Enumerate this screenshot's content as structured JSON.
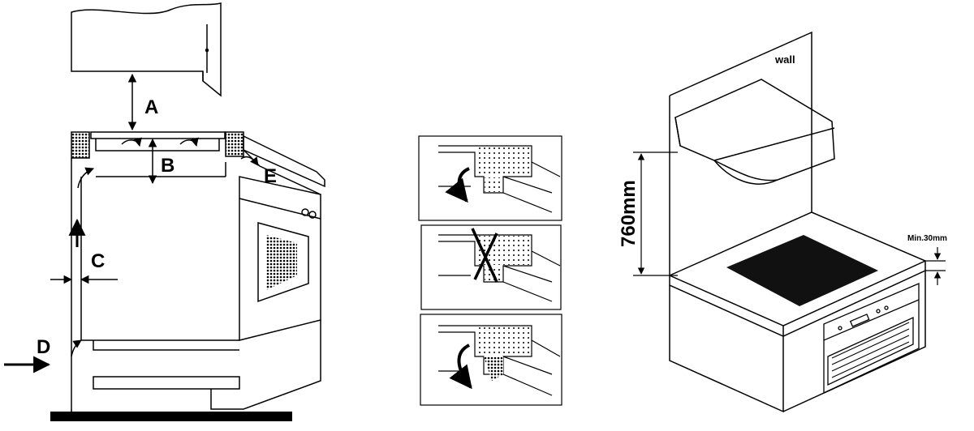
{
  "left_diagram": {
    "labels": {
      "a": "A",
      "b": "B",
      "c": "C",
      "d": "D",
      "e": "E"
    }
  },
  "middle_diagram": {
    "panels": [
      {
        "id": "top",
        "status": "correct"
      },
      {
        "id": "middle",
        "status": "incorrect"
      },
      {
        "id": "bottom",
        "status": "correct"
      }
    ]
  },
  "right_diagram": {
    "wall_label": "wall",
    "height_label": "760mm",
    "gap_label": "Min.30mm"
  },
  "colors": {
    "line": "#000000",
    "background": "#ffffff",
    "fill_dark": "#111111"
  }
}
